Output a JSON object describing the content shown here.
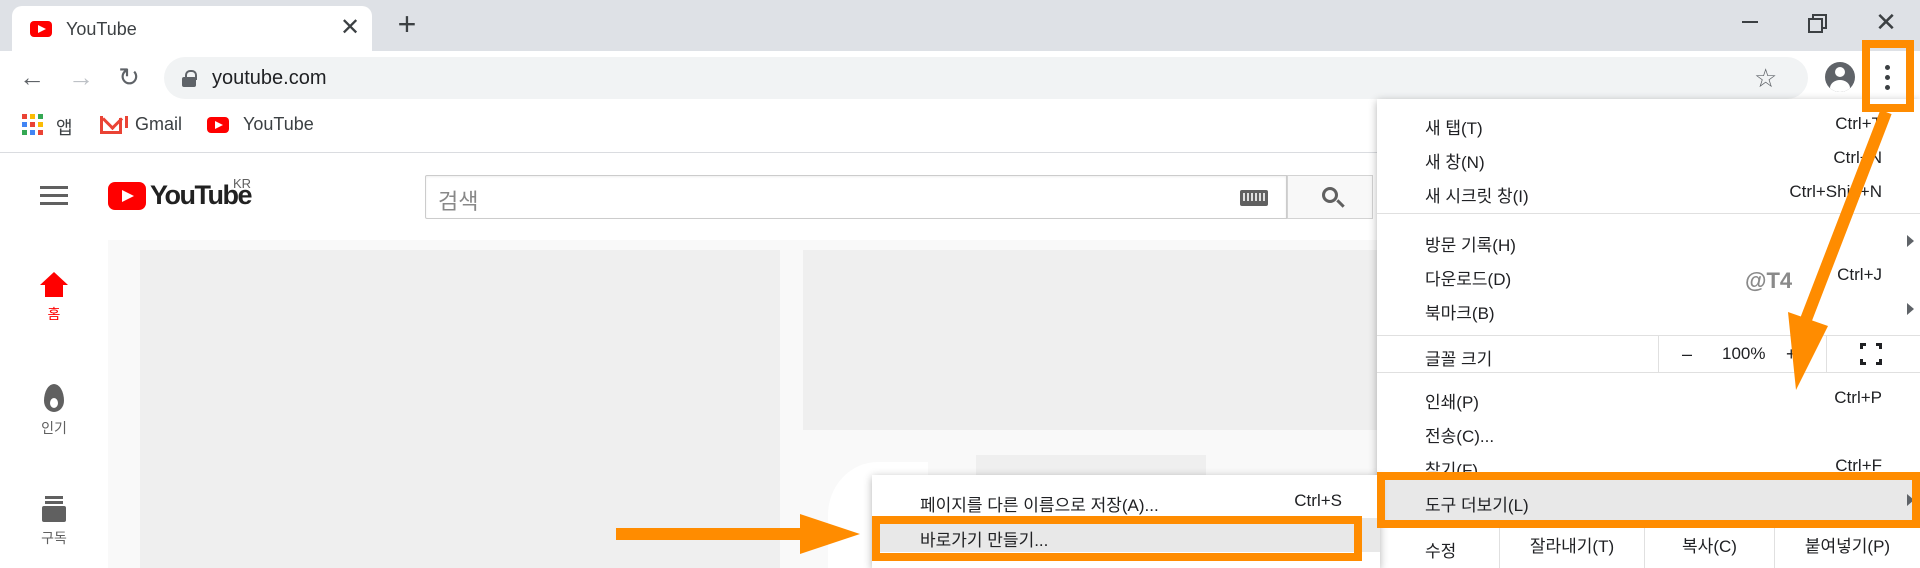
{
  "tab": {
    "title": "YouTube",
    "close": "✕"
  },
  "newtab": "+",
  "window": {
    "close": "✕"
  },
  "nav": {
    "back": "←",
    "forward": "→",
    "reload": "↻"
  },
  "omnibox": {
    "url": "youtube.com",
    "star": "☆"
  },
  "bookmarks": [
    {
      "label": "앱"
    },
    {
      "label": "Gmail"
    },
    {
      "label": "YouTube"
    }
  ],
  "youtube": {
    "wordmark": "YouTube",
    "country": "KR",
    "search_placeholder": "검색",
    "guide": [
      {
        "label": "홈"
      },
      {
        "label": "인기"
      },
      {
        "label": "구독"
      }
    ]
  },
  "menu": {
    "items": [
      {
        "label": "새 탭(T)",
        "shortcut": "Ctrl+T"
      },
      {
        "label": "새 창(N)",
        "shortcut": "Ctrl+N"
      },
      {
        "label": "새 시크릿 창(I)",
        "shortcut": "Ctrl+Shift+N"
      },
      {
        "label": "방문 기록(H)"
      },
      {
        "label": "다운로드(D)",
        "shortcut": "Ctrl+J"
      },
      {
        "label": "북마크(B)"
      },
      {
        "label": "인쇄(P)",
        "shortcut": "Ctrl+P"
      },
      {
        "label": "전송(C)..."
      },
      {
        "label": "찾기(F)",
        "shortcut": "Ctrl+F"
      },
      {
        "label": "도구 더보기(L)"
      }
    ],
    "zoom": {
      "label": "글꼴 크기",
      "minus": "–",
      "value": "100%",
      "plus": "+"
    },
    "edit": {
      "label": "수정",
      "cut": "잘라내기(T)",
      "copy": "복사(C)",
      "paste": "붙여넣기(P)"
    }
  },
  "submenu": {
    "items": [
      {
        "label": "페이지를 다른 이름으로 저장(A)...",
        "shortcut": "Ctrl+S"
      },
      {
        "label": "바로가기 만들기..."
      }
    ]
  },
  "watermark": "@T4",
  "colors": {
    "highlight": "#ff8c00",
    "youtube_red": "#ff0000",
    "tabstrip": "#dee1e6"
  }
}
